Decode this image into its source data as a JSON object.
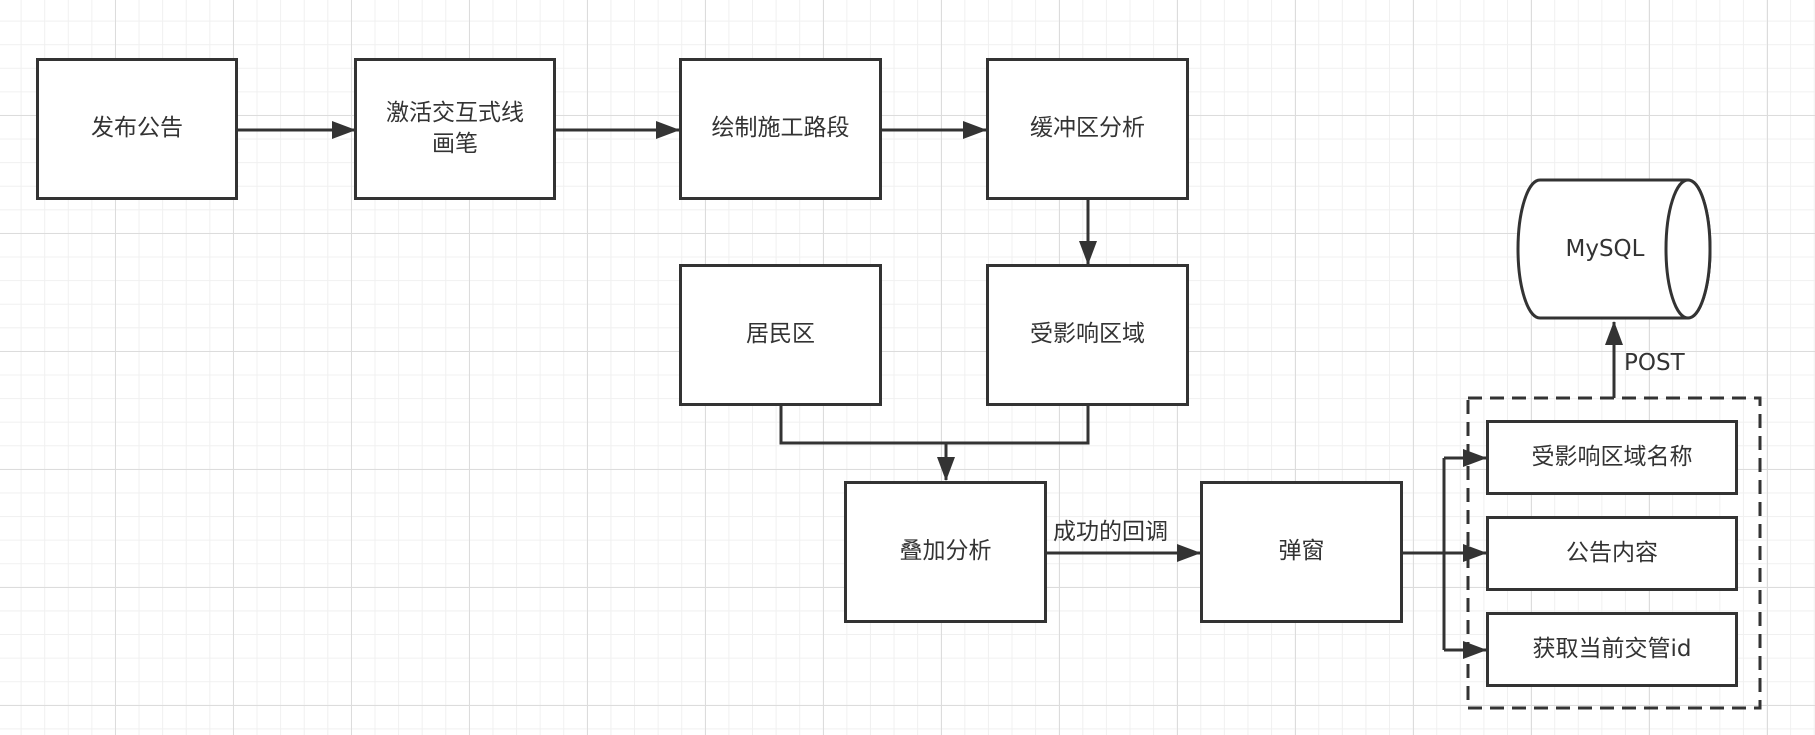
{
  "diagram": {
    "nodes": {
      "publish_notice": "发布公告",
      "activate_pen": "激活交互式线\n画笔",
      "draw_section": "绘制施工路段",
      "buffer_analysis": "缓冲区分析",
      "residential": "居民区",
      "affected_area": "受影响区域",
      "overlay_analysis": "叠加分析",
      "popup": "弹窗",
      "affected_area_name": "受影响区域名称",
      "notice_content": "公告内容",
      "get_traffic_id": "获取当前交管id",
      "database": "MySQL"
    },
    "edge_labels": {
      "success_callback": "成功的回调",
      "post": "POST"
    },
    "colors": {
      "stroke": "#333333",
      "grid_major": "#dcdcdc",
      "grid_minor": "#f0f0f0",
      "background": "#ffffff"
    }
  }
}
